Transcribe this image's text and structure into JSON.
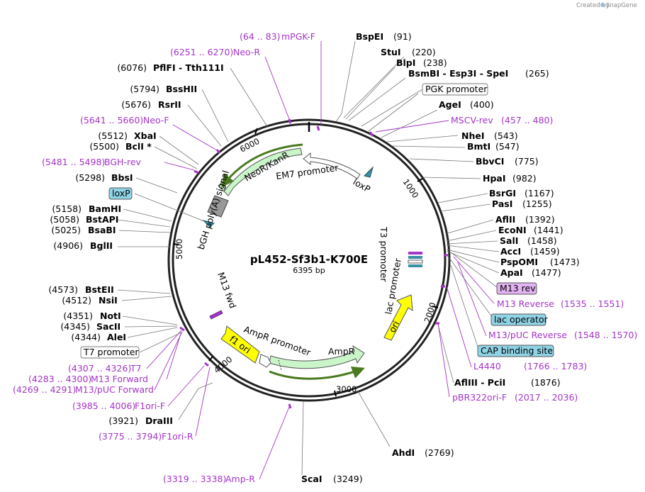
{
  "credit": {
    "prefix": "Created by",
    "brand": "SnapGene"
  },
  "plasmid": {
    "name": "pL452-Sf3b1-K700E",
    "length": "6395 bp"
  },
  "sites": [
    {
      "name": "BspEI",
      "pos": "(91)"
    },
    {
      "name": "StuI",
      "pos": "(220)"
    },
    {
      "name": "BlpI",
      "pos": "(238)"
    },
    {
      "name": "BsmBI - Esp3I - SpeI",
      "pos": "(265)"
    },
    {
      "name": "AgeI",
      "pos": "(400)"
    },
    {
      "name": "NheI",
      "pos": "(543)"
    },
    {
      "name": "BmtI",
      "pos": "(547)"
    },
    {
      "name": "BbvCI",
      "pos": "(775)"
    },
    {
      "name": "HpaI",
      "pos": "(982)"
    },
    {
      "name": "BsrGI",
      "pos": "(1167)"
    },
    {
      "name": "PasI",
      "pos": "(1255)"
    },
    {
      "name": "AflII",
      "pos": "(1392)"
    },
    {
      "name": "EcoNI",
      "pos": "(1441)"
    },
    {
      "name": "SalI",
      "pos": "(1458)"
    },
    {
      "name": "AccI",
      "pos": "(1459)"
    },
    {
      "name": "PspOMI",
      "pos": "(1473)"
    },
    {
      "name": "ApaI",
      "pos": "(1477)"
    },
    {
      "name": "AflIII - PciI",
      "pos": "(1876)"
    },
    {
      "name": "AhdI",
      "pos": "(2769)"
    },
    {
      "name": "ScaI",
      "pos": "(3249)"
    },
    {
      "name": "DraIII",
      "pos": "(3921)"
    },
    {
      "name": "AleI",
      "pos": "(4344)"
    },
    {
      "name": "SacII",
      "pos": "(4345)"
    },
    {
      "name": "NotI",
      "pos": "(4351)"
    },
    {
      "name": "NsiI",
      "pos": "(4512)"
    },
    {
      "name": "BstEII",
      "pos": "(4573)"
    },
    {
      "name": "BglII",
      "pos": "(4906)"
    },
    {
      "name": "BsaBI",
      "pos": "(5025)"
    },
    {
      "name": "BstAPI",
      "pos": "(5058)"
    },
    {
      "name": "BamHI",
      "pos": "(5158)"
    },
    {
      "name": "BbsI",
      "pos": "(5298)"
    },
    {
      "name": "BclI *",
      "pos": "(5500)"
    },
    {
      "name": "XbaI",
      "pos": "(5512)"
    },
    {
      "name": "RsrII",
      "pos": "(5676)"
    },
    {
      "name": "BssHII",
      "pos": "(5794)"
    },
    {
      "name": "PflFI - Tth111I",
      "pos": "(6076)"
    }
  ],
  "primers": [
    {
      "name": "mPGK-F",
      "range": "(64 .. 83)"
    },
    {
      "name": "Neo-R",
      "range": "(6251 .. 6270)"
    },
    {
      "name": "MSCV-rev",
      "range": "(457 .. 480)"
    },
    {
      "name": "Neo-F",
      "range": "(5641 .. 5660)"
    },
    {
      "name": "BGH-rev",
      "range": "(5481 .. 5498)"
    },
    {
      "name": "M13 Reverse",
      "range": "(1535 .. 1551)"
    },
    {
      "name": "M13/pUC Reverse",
      "range": "(1548 .. 1570)"
    },
    {
      "name": "L4440",
      "range": "(1766 .. 1783)"
    },
    {
      "name": "pBR322ori-F",
      "range": "(2017 .. 2036)"
    },
    {
      "name": "T7",
      "range": "(4307 .. 4326)"
    },
    {
      "name": "M13 Forward",
      "range": "(4283 .. 4300)"
    },
    {
      "name": "M13/pUC Forward",
      "range": "(4269 .. 4291)"
    },
    {
      "name": "F1ori-F",
      "range": "(3985 .. 4006)"
    },
    {
      "name": "F1ori-R",
      "range": "(3775 .. 3794)"
    },
    {
      "name": "Amp-R",
      "range": "(3319 .. 3338)"
    }
  ],
  "boxed_features": {
    "pgk_promoter": "PGK promoter",
    "loxp": "loxP",
    "t7_promoter": "T7 promoter",
    "m13_rev": "M13 rev",
    "lac_operator": "lac operator",
    "cap_binding_site": "CAP binding site"
  },
  "map_features": {
    "neor_kanr": "NeoR/KanR",
    "em7_promoter": "EM7 promoter",
    "loxp_inner": "loxP",
    "bgh_polya": "bGH poly(A) signal",
    "t3_promoter": "T3 promoter",
    "lac_promoter": "lac promoter",
    "ori": "ori",
    "ampr": "AmpR",
    "ampr_promoter": "AmpR promoter",
    "f1_ori": "f1 ori",
    "m13_fwd": "M13 fwd"
  },
  "ticks": [
    "1000",
    "2000",
    "3000",
    "4000",
    "5000",
    "6000"
  ],
  "colors": {
    "primer": "#a335c7",
    "neor": "#c9f5c9",
    "ori": "#ffff00",
    "ampr": "#c9f5c9",
    "loxp_box": "#8fd3e6",
    "m13rev_box": "#e3b3f2",
    "polya": "#999999",
    "lox_arrow": "#3a8fa3"
  }
}
